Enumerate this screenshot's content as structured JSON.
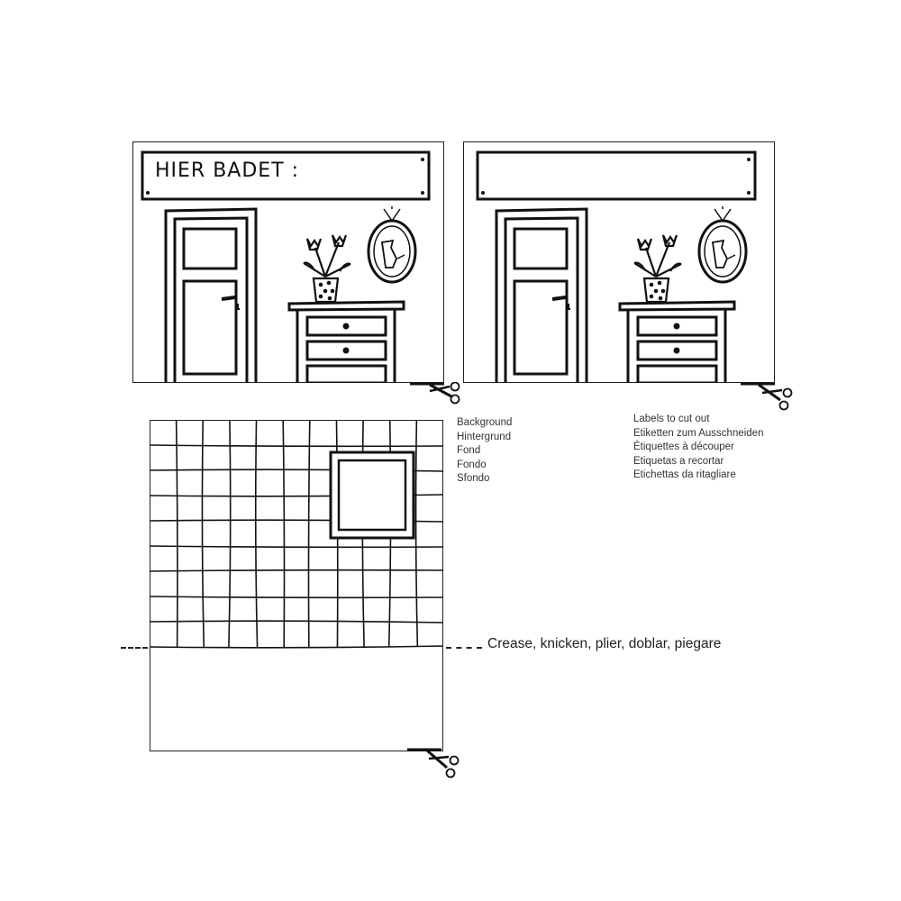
{
  "sign_text": "HIER BADET :",
  "background_caption": [
    "Background",
    "Hintergrund",
    "Fond",
    "Fondo",
    "Sfondo"
  ],
  "labels_caption": [
    "Labels to cut out",
    "Etiketten zum Ausschneiden",
    "Étiquettes à découper",
    "Etiquetas a recortar",
    "Etichettas da ritagliare"
  ],
  "crease_text": "Crease, knicken, plier, doblar, piegare",
  "icons": [
    "scissors-icon",
    "door-icon",
    "flower-pot-icon",
    "dresser-icon",
    "crocodile-portrait-icon",
    "window-icon"
  ]
}
